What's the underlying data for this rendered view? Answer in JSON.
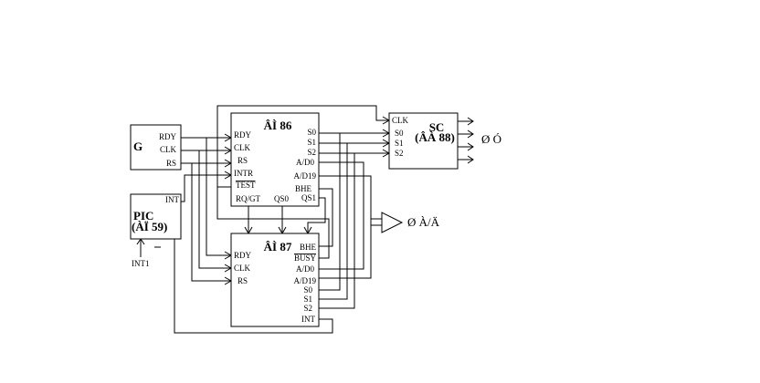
{
  "clock_gen": {
    "name": "G",
    "pins": {
      "rdy": "RDY",
      "clk": "CLK",
      "rs": "RS"
    }
  },
  "pic": {
    "name_line1": "PIC",
    "name_line2": "(ÀÏ 59)",
    "int_pin": "INT",
    "input_label": "INT1"
  },
  "cpu86": {
    "title": "ÂÌ 86",
    "left_pins": [
      "RDY",
      "CLK",
      "RS",
      "INTR",
      "TEST"
    ],
    "right_pins": [
      "S0",
      "S1",
      "S2",
      "A/D0",
      "A/D19",
      "BHE",
      "QS1"
    ],
    "bottom_pins": [
      "RQ/GT",
      "QS0"
    ]
  },
  "cpu87": {
    "title": "ÂÌ 87",
    "left_pins": [
      "RDY",
      "CLK",
      "RS"
    ],
    "right_pins": [
      "BHE",
      "BUSY",
      "A/D0",
      "A/D19",
      "S0",
      "S1",
      "S2",
      "INT"
    ]
  },
  "sc": {
    "title_line1": "SC",
    "title_line2": "(ÂÀ 88)",
    "pins": [
      "CLK",
      "S0",
      "S1",
      "S2"
    ],
    "output_label": "Ø Ó"
  },
  "bus_driver": {
    "output_label": "Ø À/Ä"
  }
}
